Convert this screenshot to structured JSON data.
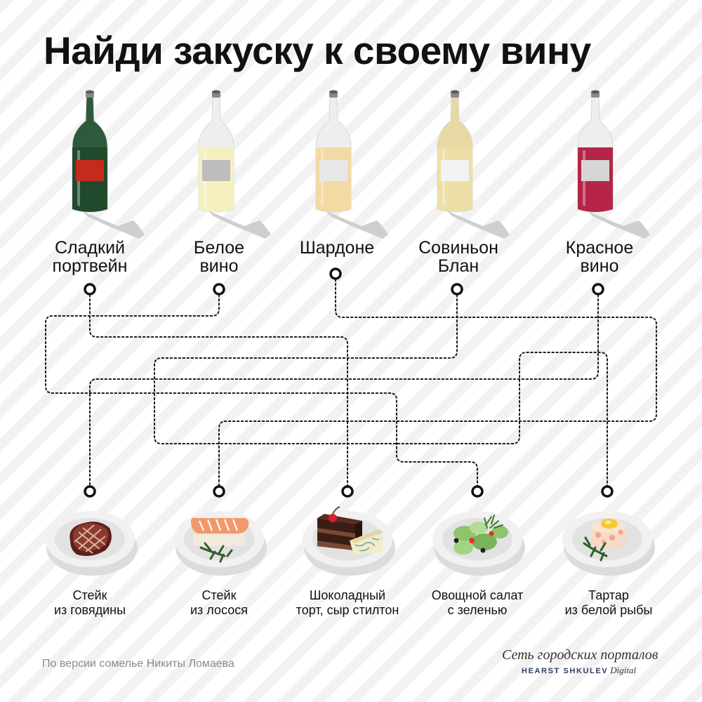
{
  "title": "Найди закуску к своему вину",
  "wines": [
    {
      "id": "port",
      "lines": [
        "Сладкий",
        "портвейн"
      ],
      "glass": "#2d5a3a",
      "liquid": "#214a2d",
      "label": "#c62a1c"
    },
    {
      "id": "white",
      "lines": [
        "Белое",
        "вино"
      ],
      "glass": "#eeeeee",
      "liquid": "#f6f0c0",
      "label": "#bdbdbd"
    },
    {
      "id": "chardonnay",
      "lines": [
        "Шардоне"
      ],
      "glass": "#eeeeee",
      "liquid": "#f3d9a4",
      "label": "#e8e8e8"
    },
    {
      "id": "sauvignon",
      "lines": [
        "Совиньон",
        "Блан"
      ],
      "glass": "#e6d9a3",
      "liquid": "#ece0a6",
      "label": "#f3f3f3"
    },
    {
      "id": "red",
      "lines": [
        "Красное",
        "вино"
      ],
      "glass": "#eeeeee",
      "liquid": "#b62448",
      "label": "#d6d6d6"
    }
  ],
  "dishes": [
    {
      "id": "beef",
      "lines": [
        "Стейк",
        "из говядины"
      ]
    },
    {
      "id": "salmon",
      "lines": [
        "Стейк",
        "из лосося"
      ]
    },
    {
      "id": "cake",
      "lines": [
        "Шоколадный",
        "торт, сыр стилтон"
      ]
    },
    {
      "id": "salad",
      "lines": [
        "Овощной салат",
        "с зеленью"
      ]
    },
    {
      "id": "tartare",
      "lines": [
        "Тартар",
        "из белой рыбы"
      ]
    }
  ],
  "pairings": [
    {
      "wine": "Сладкий портвейн",
      "dish": "Шоколадный торт, сыр стилтон"
    },
    {
      "wine": "Белое вино",
      "dish": "Овощной салат с зеленью"
    },
    {
      "wine": "Шардоне",
      "dish": "Стейк из лосося"
    },
    {
      "wine": "Совиньон Блан",
      "dish": "Тартар из белой рыбы"
    },
    {
      "wine": "Красное вино",
      "dish": "Стейк из говядины"
    }
  ],
  "footer": {
    "credit": "По версии сомелье Никиты Ломаева",
    "brand_line1": "Сеть городских порталов",
    "brand_caps": "HEARST SHKULEV",
    "brand_digital": "Digital"
  }
}
